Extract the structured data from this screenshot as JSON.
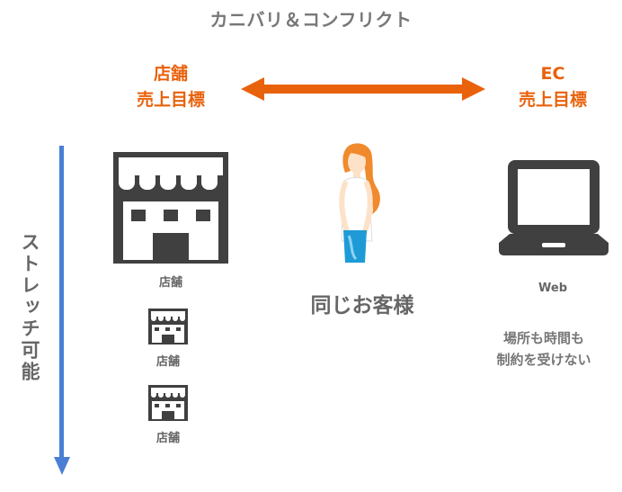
{
  "title": "カニバリ＆コンフリクト",
  "store_goal": {
    "line1": "店舗",
    "line2": "売上目標"
  },
  "ec_goal": {
    "line1": "EC",
    "line2": "売上目標"
  },
  "store_labels": [
    "店舗",
    "店舗",
    "店舗"
  ],
  "customer_label": "同じお客様",
  "web_label": "Web",
  "web_note": {
    "line1": "場所も時間も",
    "line2": "制約を受けない"
  },
  "vertical_label": "ストレッチ可能",
  "colors": {
    "accent_orange": "#e8620c",
    "arrow_blue": "#4a7fd4",
    "icon_dark": "#404040",
    "text_gray": "#666666"
  }
}
